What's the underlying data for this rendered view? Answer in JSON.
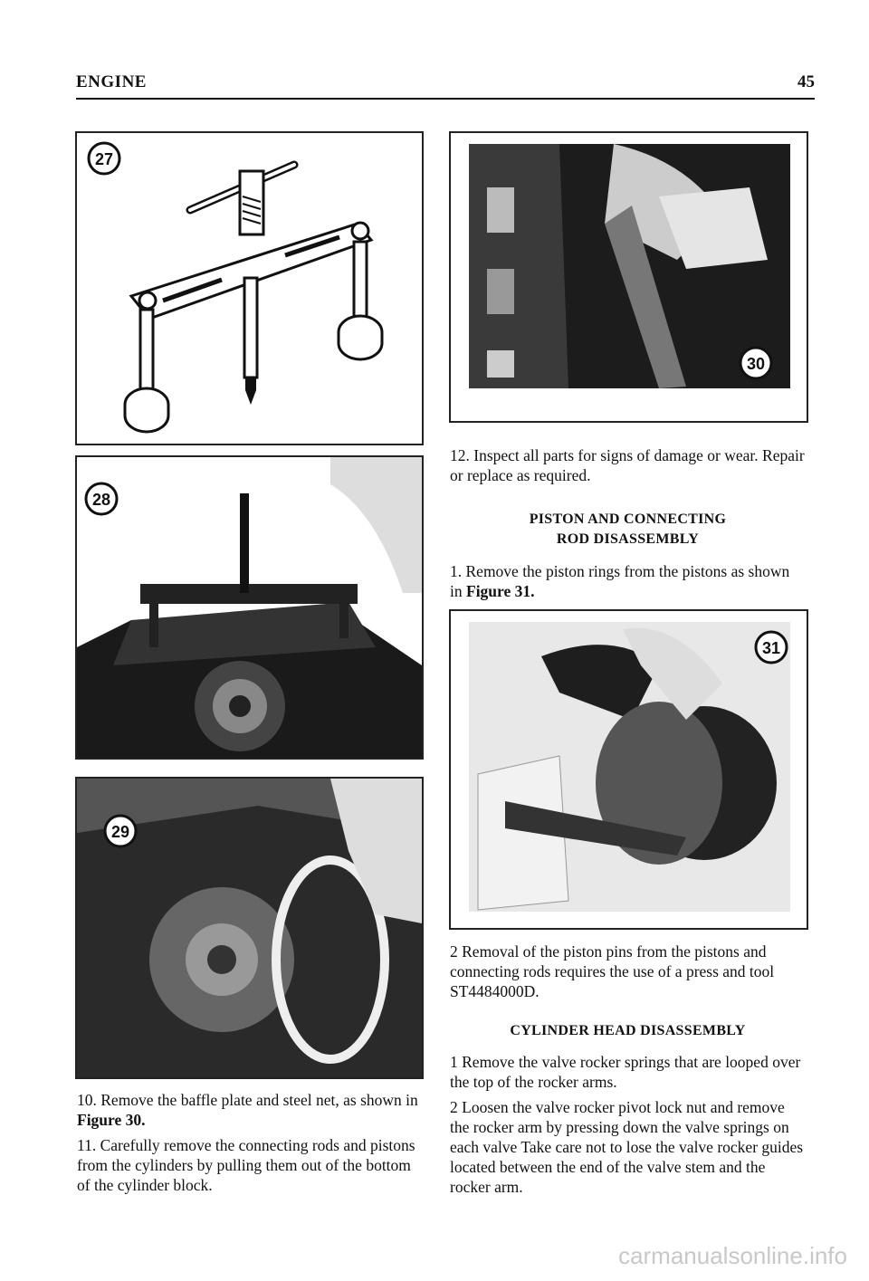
{
  "header": {
    "section": "ENGINE",
    "page_number": "45"
  },
  "figures": {
    "fig27": {
      "label": "27"
    },
    "fig28": {
      "label": "28"
    },
    "fig29": {
      "label": "29"
    },
    "fig30": {
      "label": "30"
    },
    "fig31": {
      "label": "31"
    }
  },
  "left_column": {
    "step10_text": "10. Remove the baffle plate and steel net, as shown in ",
    "step10_ref": "Figure 30.",
    "step11": "11. Carefully remove the connecting rods and pistons from the cylinders by pulling them out of the bottom of the cylinder block."
  },
  "right_column": {
    "step12": "12. Inspect all parts for signs of damage or wear. Repair or replace as required.",
    "piston_title_line1": "PISTON AND CONNECTING",
    "piston_title_line2": "ROD DISASSEMBLY",
    "piston_step1_text": "1. Remove the piston rings from the pistons as shown in ",
    "piston_step1_ref": "Figure 31.",
    "piston_step2": "2 Removal of the piston pins from the pistons and connecting rods requires the use of a press and tool ST4484000D.",
    "cyl_title": "CYLINDER HEAD DISASSEMBLY",
    "cyl_step1": "1 Remove the valve rocker springs that are looped over the top of the rocker arms.",
    "cyl_step2": "2 Loosen the valve rocker pivot lock nut and remove the rocker arm by pressing down the valve springs on each valve Take care not to lose the valve rocker guides located between the end of the valve stem and the rocker arm."
  },
  "watermark": "carmanualsonline.info"
}
